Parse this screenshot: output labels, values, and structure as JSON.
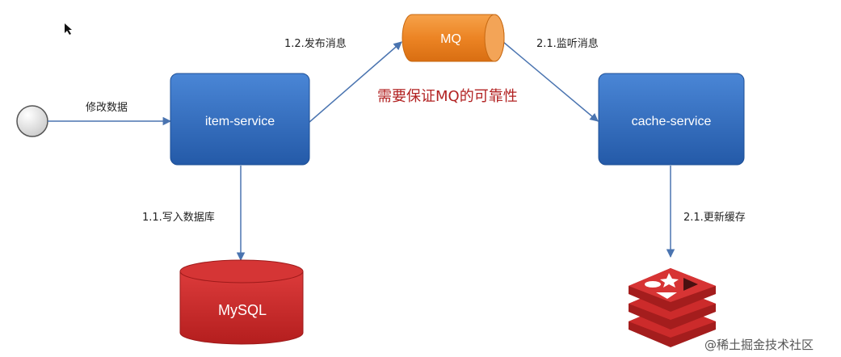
{
  "nodes": {
    "item_service": "item-service",
    "cache_service": "cache-service",
    "mq": "MQ",
    "mysql": "MySQL"
  },
  "edges": {
    "modify_data": "修改数据",
    "publish_message": "1.2.发布消息",
    "listen_message": "2.1.监听消息",
    "write_db": "1.1.写入数据库",
    "update_cache": "2.1.更新缓存"
  },
  "annotation": "需要保证MQ的可靠性",
  "watermark": "@稀土掘金技术社区",
  "colors": {
    "service_box": "#2f65b8",
    "mq": "#e8801f",
    "mysql": "#c8292a",
    "redis": "#c8292a",
    "arrow": "#4a74b0",
    "annotation": "#b22222"
  }
}
